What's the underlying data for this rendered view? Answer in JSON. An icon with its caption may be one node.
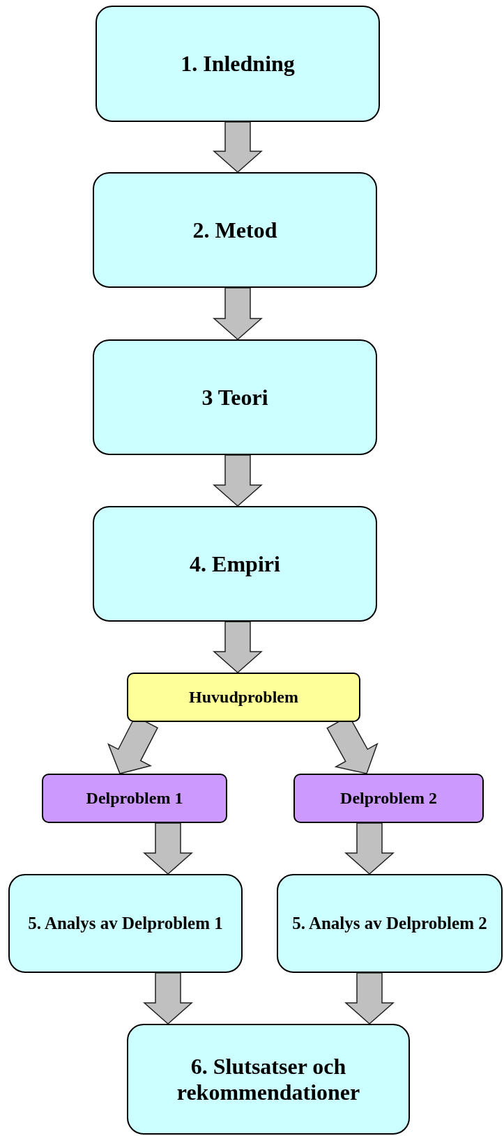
{
  "diagram": {
    "nodes": [
      {
        "text": [
          "1. Inledning"
        ]
      },
      {
        "text": [
          "2. Metod"
        ]
      },
      {
        "text": [
          "3 Teori"
        ]
      },
      {
        "text": [
          "4. Empiri"
        ]
      },
      {
        "text": [
          "Huvudproblem"
        ]
      },
      {
        "text": [
          "Delproblem 1"
        ]
      },
      {
        "text": [
          "Delproblem 2"
        ]
      },
      {
        "text": [
          "5. Analys av Delproblem 1"
        ]
      },
      {
        "text": [
          "5. Analys av Delproblem 2"
        ]
      },
      {
        "text": [
          "6. Slutsatser och rekommendationer"
        ]
      }
    ],
    "edges": [
      {
        "from": 0,
        "to": 1,
        "arrow": "to"
      },
      {
        "from": 1,
        "to": 2,
        "arrow": "to"
      },
      {
        "from": 2,
        "to": 3,
        "arrow": "to"
      },
      {
        "from": 3,
        "to": 4,
        "arrow": "to"
      },
      {
        "from": 4,
        "to": 5,
        "arrow": "to"
      },
      {
        "from": 4,
        "to": 6,
        "arrow": "to"
      },
      {
        "from": 5,
        "to": 7,
        "arrow": "to"
      },
      {
        "from": 6,
        "to": 8,
        "arrow": "to"
      },
      {
        "from": 7,
        "to": 9,
        "arrow": "to"
      },
      {
        "from": 8,
        "to": 9,
        "arrow": "to"
      }
    ]
  }
}
